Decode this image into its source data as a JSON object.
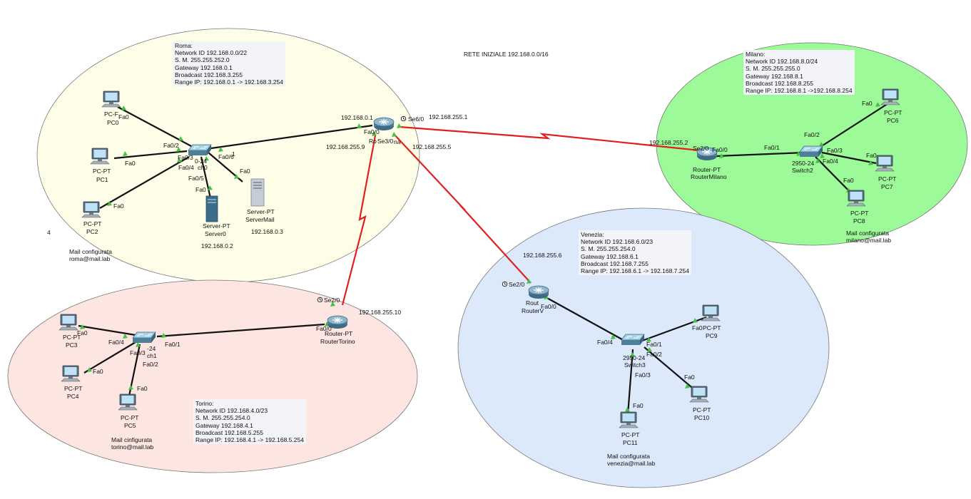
{
  "title": "RETE INIZIALE 192.168.0.0/16",
  "colors": {
    "roma_zone": "#fdfde8",
    "torino_zone": "#fde6e2",
    "milano_zone": "#9cfb98",
    "venezia_zone": "#dbe9fb",
    "serial_link": "#e02020",
    "ethernet_link": "#111111",
    "port_dot": "#48c048"
  },
  "notes": {
    "roma": [
      "Roma:",
      "Network ID 192.168.0.0/22",
      "S. M. 255.255.252.0",
      "Gateway 192.168.0.1",
      "Broadcast 192.168.3.255",
      "Range IP: 192.168.0.1 -> 192.168.3.254"
    ],
    "milano": [
      "Milano:",
      "Network ID 192.168.8.0/24",
      "S. M. 255.255.255.0",
      "Gateway 192.168.8.1",
      "Broadcast 192.168.8.255",
      "Range IP: 192.168.8.1 ->192.168.8.254"
    ],
    "venezia": [
      "Venezia:",
      "Network ID 192.168.6.0/23",
      "S. M. 255.255.254.0",
      "Gateway 192.168.6.1",
      "Broadcast 192.168.7.255",
      "Range IP: 192.168.6.1 -> 192.168.7.254"
    ],
    "torino": [
      "Torino:",
      "Network ID 192.168.4.0/23",
      "S. M. 255.255.254.0",
      "Gateway 192.168.4.1",
      "Broadcast 192.168.5.255",
      "Range IP: 192.168.4.1 -> 192.168.5.254"
    ]
  },
  "mail": {
    "roma": [
      "Mail configurata",
      "roma@mail.lab"
    ],
    "milano": [
      "Mail configurata",
      "milano@mail.lab"
    ],
    "venezia": [
      "Mail configurata",
      "venezia@mail.lab"
    ],
    "torino": [
      "Mail cinfigurata",
      "torino@mail.lab"
    ]
  },
  "labels": {
    "ip_0_1": "192.168.0.1",
    "ip_255_1": "192.168.255.1",
    "ip_255_9": "192.168.255.9",
    "ip_255_5": "192.168.255.5",
    "ip_255_2": "192.168.255.2",
    "ip_255_6": "192.168.255.6",
    "ip_255_10": "192.168.255.10",
    "ip_0_2": "192.168.0.2",
    "ip_0_3": "192.168.0.3",
    "se6_0": "Se6/0",
    "se3_0": "Se3/0",
    "se2_0_milano": "Se2/0",
    "se2_0_venezia": "Se2/0",
    "se2_0_torino": "Se2/0",
    "fa0_0_roma": "Fa0/0",
    "fa0_0_milano": "Fa0/0",
    "fa0_0_venezia": "Fa0/0",
    "fa0_0_torino": "Fa0/0",
    "router_roma_short": "Ro",
    "router_roma_tail": "na",
    "sw1_fa0_2": "Fa0/2",
    "sw1_fa0_3": "Fa0/3",
    "sw1_fa0_4": "Fa0/4",
    "sw1_fa0_5": "Fa0/5",
    "sw1_fa0_6": "Fa0/6",
    "sw1_model": "0-24",
    "sw1_name": "ch0",
    "sw1_tail": "1",
    "pc0_fa0": "Fa0",
    "pc1_fa0": "Fa0",
    "pc2_fa0": "Fa0",
    "server0_fa0": "Fa0",
    "servermail_fa0": "Fa0",
    "pc0_type": "PC-F",
    "pc0_name": "PC0",
    "pc1_type": "PC-PT",
    "pc1_name": "PC1",
    "pc2_type": "PC-PT",
    "pc2_name": "PC2",
    "server0_type": "Server-PT",
    "server0_name": "Server0",
    "servermail_type": "Server-PT",
    "servermail_name": "ServerMail",
    "stray_mark": "4",
    "milano_router_type": "Router-PT",
    "milano_router_name": "RouterMilano",
    "sw2_fa0_1": "Fa0/1",
    "sw2_fa0_2": "Fa0/2",
    "sw2_fa0_3": "Fa0/3",
    "sw2_fa0_4": "Fa0/4",
    "sw2_model": "2950-24",
    "sw2_name": "Switch2",
    "pc6_fa0": "Fa0",
    "pc7_fa0": "Fa0",
    "pc8_fa0": "Fa0",
    "pc6_type": "PC-PT",
    "pc6_name": "PC6",
    "pc7_type": "PC-PT",
    "pc7_name": "PC7",
    "pc8_type": "PC-PT",
    "pc8_name": "PC8",
    "venezia_router_type": "Rout",
    "venezia_router_name": "RouterV",
    "sw3_fa0_1": "Fa0/1",
    "sw3_fa0_2": "Fa0/2",
    "sw3_fa0_3": "Fa0/3",
    "sw3_fa0_4": "Fa0/4",
    "sw3_model": "2950-24",
    "sw3_name": "Switch3",
    "pc9_fa0": "Fa0",
    "pc10_fa0": "Fa0",
    "pc11_fa0": "Fa0",
    "pc9_type": "PC-PT",
    "pc9_name": "PC9",
    "pc10_type": "PC-PT",
    "pc10_name": "PC10",
    "pc11_type": "PC-PT",
    "pc11_name": "PC11",
    "torino_router_type": "Router-PT",
    "torino_router_name": "RouterTorino",
    "sw0_fa0_1": "Fa0/1",
    "sw0_fa0_2": "Fa0/2",
    "sw0_fa0_3": "Fa0/3",
    "sw0_fa0_4": "Fa0/4",
    "sw0_model": "-24",
    "sw0_name": "ch1",
    "pc3_fa0": "Fa0",
    "pc4_fa0": "Fa0",
    "pc5_fa0": "Fa0",
    "pc3_type": "PC-PT",
    "pc3_name": "PC3",
    "pc4_type": "PC-PT",
    "pc4_name": "PC4",
    "pc5_type": "PC-PT",
    "pc5_name": "PC5"
  },
  "icons": {
    "pc": "desktop-pc-icon",
    "router": "router-icon",
    "switch": "switch-icon",
    "server": "server-icon",
    "clock": "clock-icon"
  }
}
